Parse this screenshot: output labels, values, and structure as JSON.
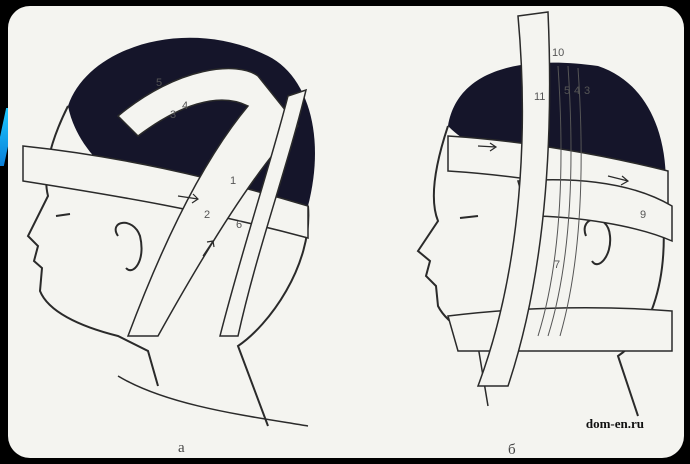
{
  "figure": {
    "panel_labels": {
      "left": "a",
      "right": "б"
    },
    "watermark": "dom-en.ru",
    "left_numbers": [
      "5",
      "3",
      "4",
      "1",
      "2",
      "6"
    ],
    "right_numbers": [
      "10",
      "11",
      "5",
      "4",
      "3",
      "9",
      "7"
    ]
  },
  "colors": {
    "background": "#000000",
    "panel": "#f4f4f0",
    "hair": "#15152a",
    "line": "#2a2a2a",
    "accent": "#1ec8ff"
  }
}
